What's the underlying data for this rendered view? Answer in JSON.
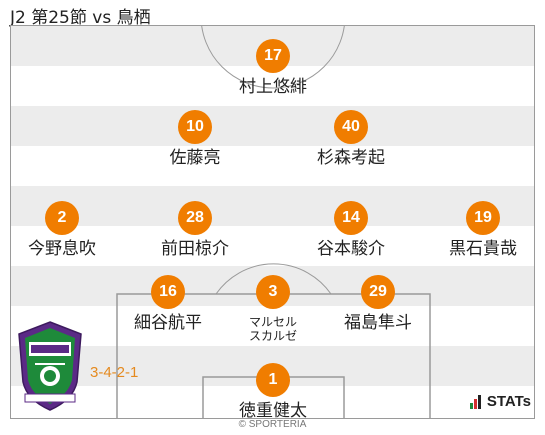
{
  "header": {
    "title": "J2 第25節 vs 鳥栖"
  },
  "formation": "3-4-2-1",
  "players": [
    {
      "number": "17",
      "name": "村上悠緋"
    },
    {
      "number": "10",
      "name": "佐藤亮"
    },
    {
      "number": "40",
      "name": "杉森考起"
    },
    {
      "number": "2",
      "name": "今野息吹"
    },
    {
      "number": "28",
      "name": "前田椋介"
    },
    {
      "number": "14",
      "name": "谷本駿介"
    },
    {
      "number": "19",
      "name": "黒石貴哉"
    },
    {
      "number": "16",
      "name": "細谷航平"
    },
    {
      "number": "3",
      "name": "マルセル\nスカルゼ"
    },
    {
      "number": "29",
      "name": "福島隼斗"
    },
    {
      "number": "1",
      "name": "徳重健太"
    }
  ],
  "branding": {
    "stats_label": "STATs",
    "credit": "© SPORTERIA"
  },
  "colors": {
    "accent": "#f07d00",
    "stripe": "#ececec",
    "crest_purple": "#5b2a86",
    "crest_green": "#1e8a3a"
  },
  "icons": {
    "crest": "club-crest-icon",
    "stats": "stats-bars-icon"
  }
}
